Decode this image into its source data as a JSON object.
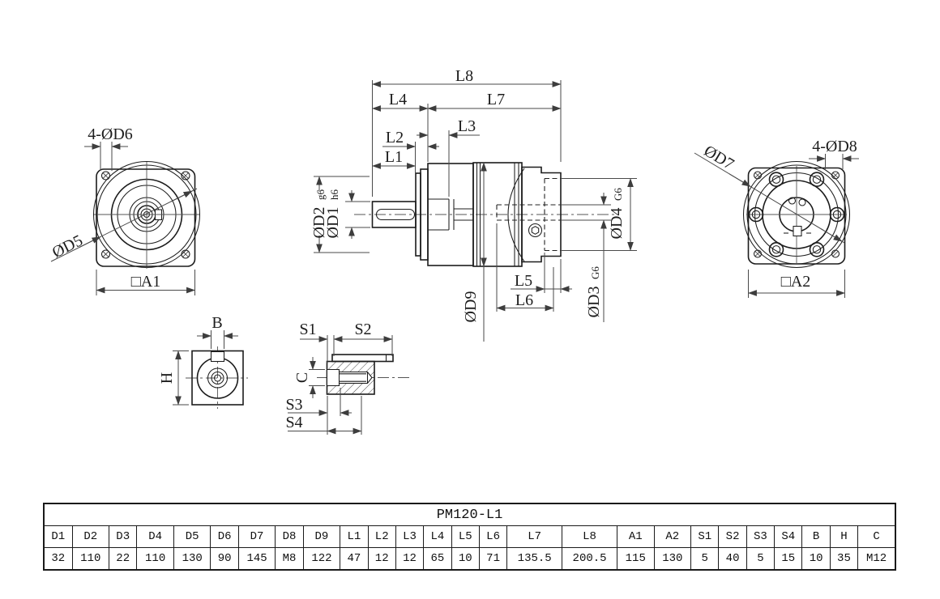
{
  "drawing_title": "PM120-L1",
  "colors": {
    "object_line": "#1c1c1c",
    "dimension_line": "#4a4a4a",
    "background": "#ffffff"
  },
  "front_view": {
    "holes_label": "4-ØD6",
    "bolt_circle_label": "ØD5",
    "flange_label": "□A1"
  },
  "side_view": {
    "l8": "L8",
    "l4": "L4",
    "l7": "L7",
    "l3": "L3",
    "l2": "L2",
    "l1": "L1",
    "l5": "L5",
    "l6": "L6",
    "d2": "ØD2",
    "d2_tol": "g6",
    "d1": "ØD1",
    "d1_tol": "h6",
    "d4": "ØD4",
    "d4_tol": "G6",
    "d3": "ØD3",
    "d3_tol": "G6",
    "d9": "ØD9"
  },
  "output_view": {
    "bolt_circle_label": "ØD7",
    "holes_label": "4-ØD8",
    "flange_label": "□A2"
  },
  "shaft_end_view": {
    "width_label": "B",
    "height_label": "H"
  },
  "shaft_section_view": {
    "s1": "S1",
    "s2": "S2",
    "s3": "S3",
    "s4": "S4",
    "c": "C"
  },
  "table": {
    "title": "PM120-L1",
    "columns": [
      "D1",
      "D2",
      "D3",
      "D4",
      "D5",
      "D6",
      "D7",
      "D8",
      "D9",
      "L1",
      "L2",
      "L3",
      "L4",
      "L5",
      "L6",
      "L7",
      "L8",
      "A1",
      "A2",
      "S1",
      "S2",
      "S3",
      "S4",
      "B",
      "H",
      "C"
    ],
    "values": [
      "32",
      "110",
      "22",
      "110",
      "130",
      "90",
      "145",
      "M8",
      "122",
      "47",
      "12",
      "12",
      "65",
      "10",
      "71",
      "135.5",
      "200.5",
      "115",
      "130",
      "5",
      "40",
      "5",
      "15",
      "10",
      "35",
      "M12"
    ]
  }
}
